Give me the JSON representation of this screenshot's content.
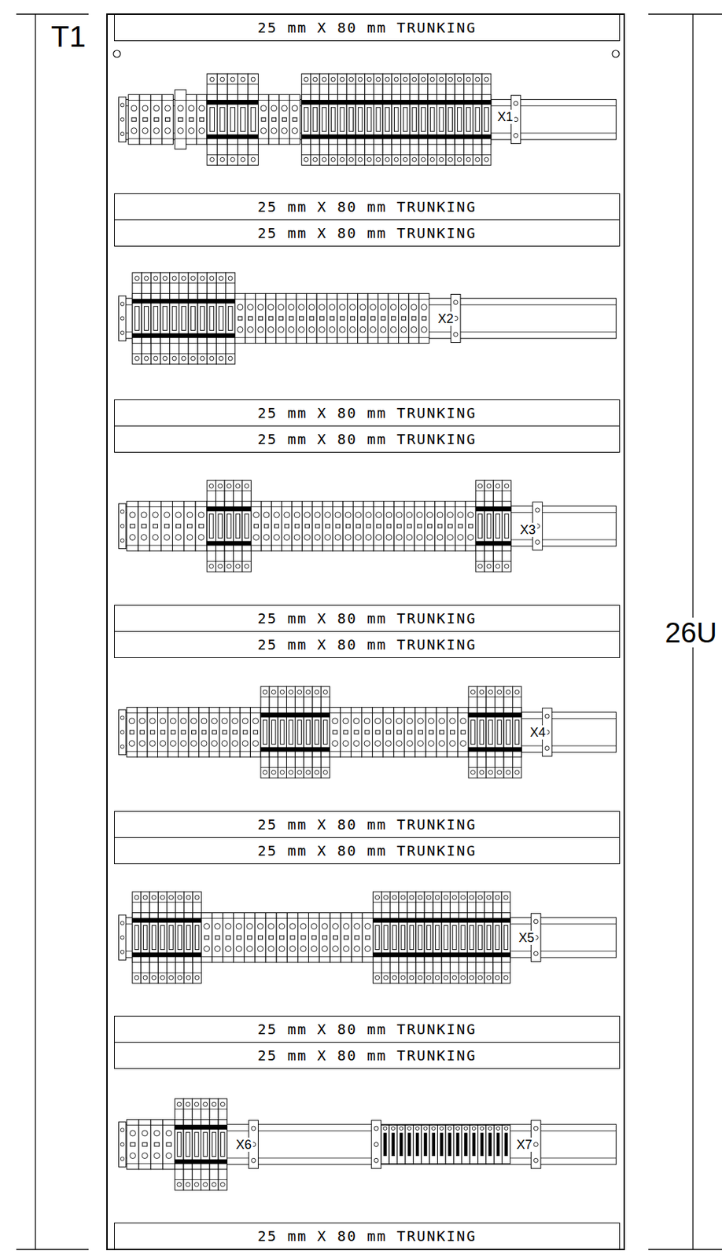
{
  "diagram": {
    "nodes": [
      {
        "text": [
          "25 mm X 80 mm TRUNKING"
        ]
      },
      {
        "text": [
          "25 mm X 80 mm TRUNKING"
        ]
      },
      {
        "text": [
          "25 mm X 80 mm TRUNKING"
        ]
      },
      {
        "text": [
          "25 mm X 80 mm TRUNKING"
        ]
      },
      {
        "text": [
          "25 mm X 80 mm TRUNKING"
        ]
      },
      {
        "text": [
          "25 mm X 80 mm TRUNKING"
        ]
      },
      {
        "text": [
          "25 mm X 80 mm TRUNKING"
        ]
      },
      {
        "text": [
          "25 mm X 80 mm TRUNKING"
        ]
      },
      {
        "text": [
          "25 mm X 80 mm TRUNKING"
        ]
      },
      {
        "text": [
          "25 mm X 80 mm TRUNKING"
        ]
      },
      {
        "text": [
          "25 mm X 80 mm TRUNKING"
        ]
      },
      {
        "text": [
          "25 mm X 80 mm TRUNKING"
        ]
      }
    ],
    "labels": [
      "T1",
      "X1",
      "X2",
      "X3",
      "X4",
      "X5",
      "X6",
      "X7",
      "26U"
    ]
  }
}
